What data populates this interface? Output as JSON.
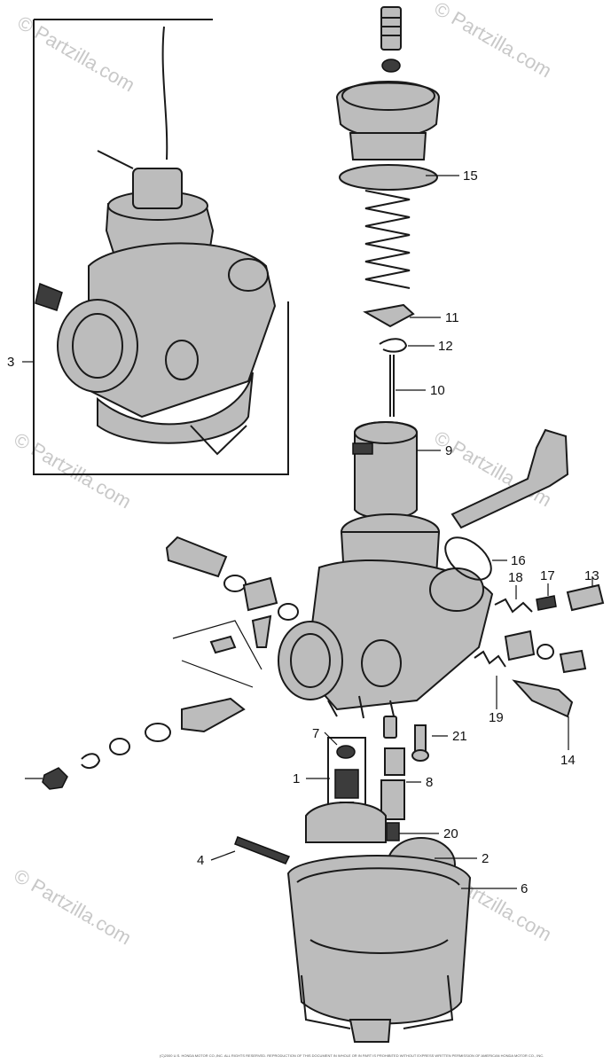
{
  "watermark": "© Partzilla.com",
  "callouts": {
    "c1": "1",
    "c2": "2",
    "c3": "3",
    "c4": "4",
    "c6": "6",
    "c7": "7",
    "c8": "8",
    "c9": "9",
    "c10": "10",
    "c11": "11",
    "c12": "12",
    "c13": "13",
    "c14": "14",
    "c15": "15",
    "c16": "16",
    "c17": "17",
    "c18": "18",
    "c19": "19",
    "c20": "20",
    "c21": "21"
  },
  "footer_text": "(C)2000 U.S. HONDA MOTOR CO.,INC. ALL RIGHTS RESERVED. REPRODUCTION OF THIS DOCUMENT IN WHOLE OR IN PART IS PROHIBITED WITHOUT EXPRESS WRITTEN PERMISSION OF AMERICAN HONDA MOTOR CO., INC."
}
